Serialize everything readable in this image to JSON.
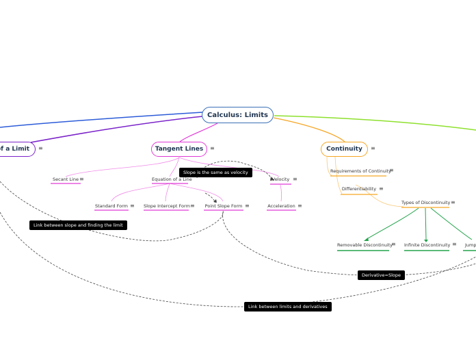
{
  "root": {
    "label": "Calculus: Limits"
  },
  "main_topics": {
    "definition": "of a Limit",
    "tangent": "Tangent Lines",
    "continuity": "Continuity"
  },
  "tangent": {
    "secant": "Secant Line",
    "equation": "Equation of a Line",
    "velocity": "Velocity",
    "standard": "Standard Form",
    "slope_intercept": "Slope Intercept Form",
    "point_slope": "Point Slope Form",
    "acceleration": "Acceleration"
  },
  "continuity": {
    "requirements": "Requirements of Continuity",
    "differentiability": "Differentiability",
    "types": "Types of Discontinuity",
    "removable": "Removable Discontinuity",
    "infinite": "Infinite Discontinuity",
    "jump": "Jump"
  },
  "callouts": {
    "velocity_slope": "Slope is the same as velocity",
    "slope_limit": "Link between slope and finding the limit",
    "derivative": "Derivative=Slope",
    "limits_derivatives": "Link between limits and derivatives"
  },
  "icons": {
    "menu": "≡"
  },
  "colors": {
    "blue": "#2b5bd8",
    "purple": "#7a22c9",
    "magenta": "#e03ad6",
    "orange": "#f5a623",
    "green": "#22a34a",
    "lime": "#8de02c"
  }
}
